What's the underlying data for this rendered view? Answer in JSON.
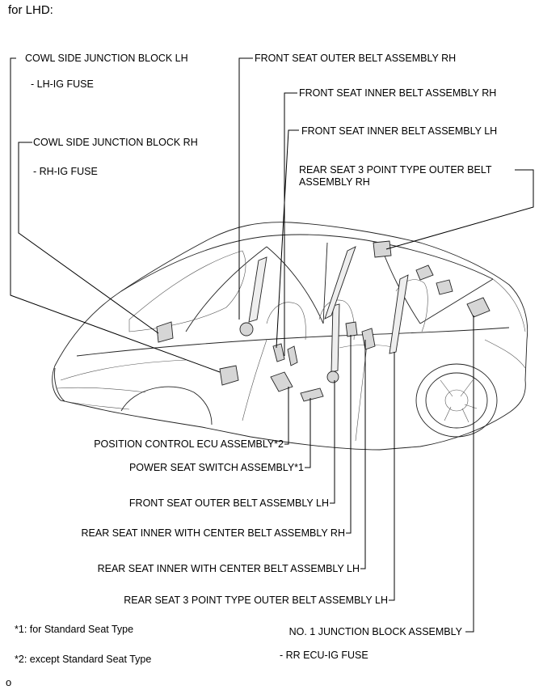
{
  "header": {
    "title": "for LHD:"
  },
  "labels": {
    "cowl_lh": "COWL SIDE JUNCTION BLOCK LH",
    "lh_ig_fuse": "- LH-IG FUSE",
    "cowl_rh": "COWL SIDE JUNCTION BLOCK RH",
    "rh_ig_fuse": "- RH-IG FUSE",
    "front_outer_rh": "FRONT SEAT OUTER BELT ASSEMBLY RH",
    "front_inner_rh": "FRONT SEAT INNER BELT ASSEMBLY RH",
    "front_inner_lh": "FRONT SEAT INNER BELT ASSEMBLY LH",
    "rear_3pt_rh": "REAR SEAT 3 POINT TYPE OUTER BELT ASSEMBLY RH",
    "position_ecu": "POSITION CONTROL ECU ASSEMBLY*2",
    "power_seat_switch": "POWER SEAT SWITCH ASSEMBLY*1",
    "front_outer_lh": "FRONT SEAT OUTER BELT ASSEMBLY LH",
    "rear_inner_center_rh": "REAR SEAT INNER WITH CENTER BELT ASSEMBLY RH",
    "rear_inner_center_lh": "REAR SEAT INNER WITH CENTER BELT ASSEMBLY LH",
    "rear_3pt_lh": "REAR SEAT 3 POINT TYPE OUTER BELT ASSEMBLY LH",
    "no1_junction": "NO. 1 JUNCTION BLOCK ASSEMBLY",
    "rr_ecu_fuse": "- RR ECU-IG FUSE"
  },
  "notes": {
    "note1": "*1: for Standard Seat Type",
    "note2": "*2: except Standard Seat Type"
  },
  "footer": {
    "code": "o"
  }
}
